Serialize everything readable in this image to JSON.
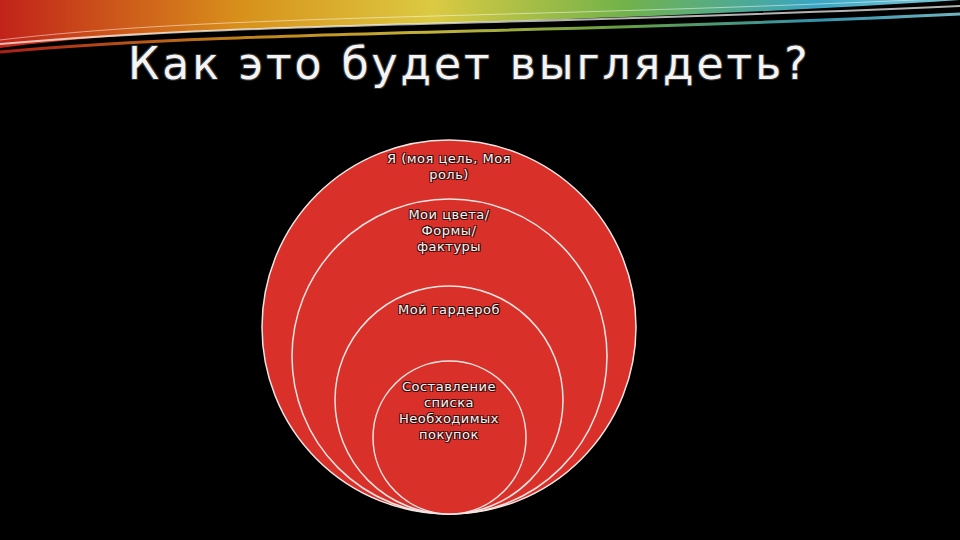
{
  "diagram": {
    "title": "Как это будет выглядеть?",
    "nodes": [
      {
        "text": [
          "Я (моя цель, Моя роль)"
        ]
      },
      {
        "text": [
          "Мои цвета/ Формы/ фактуры"
        ],
        "in": 0
      },
      {
        "text": [
          "Мой гардероб"
        ],
        "in": 1
      },
      {
        "text": [
          "Составление списка Необходимых покупок"
        ],
        "in": 2
      }
    ]
  }
}
